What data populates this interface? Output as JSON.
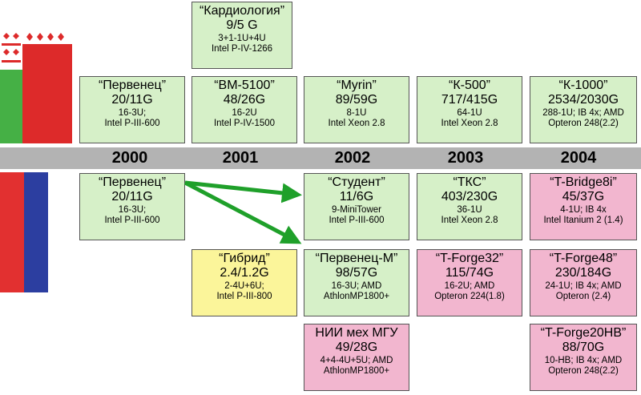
{
  "years": [
    "2000",
    "2001",
    "2002",
    "2003",
    "2004"
  ],
  "colors": {
    "green": "#d6f0c8",
    "pink": "#f2b6cf",
    "yellow": "#fbf59a",
    "timeline": "#b3b3b3",
    "arrow": "#1fa02a"
  },
  "belarus": {
    "kardiologiya": {
      "name": "“Кардиология”",
      "perf": "9/5 G",
      "config": "3+1-1U+4U",
      "cpu": "Intel P-IV-1266"
    },
    "pervenets": {
      "name": "“Первенец”",
      "perf": "20/11G",
      "config": "16-3U;",
      "cpu": "Intel P-III-600"
    },
    "vm5100": {
      "name": "“ВМ-5100”",
      "perf": "48/26G",
      "config": "16-2U",
      "cpu": "Intel P-IV-1500"
    },
    "myrin": {
      "name": "“Myrin”",
      "perf": "89/59G",
      "config": "8-1U",
      "cpu": "Intel Xeon 2.8"
    },
    "k500": {
      "name": "“К-500”",
      "perf": "717/415G",
      "config": "64-1U",
      "cpu": "Intel Xeon 2.8"
    },
    "k1000": {
      "name": "“К-1000”",
      "perf": "2534/2030G",
      "config": "288-1U; IB 4x; AMD",
      "cpu": "Opteron 248(2.2)"
    }
  },
  "russia": {
    "pervenets": {
      "name": "“Первенец”",
      "perf": "20/11G",
      "config": "16-3U;",
      "cpu": "Intel P-III-600"
    },
    "student": {
      "name": "“Студент”",
      "perf": "11/6G",
      "config": "9-MiniTower",
      "cpu": "Intel P-III-600"
    },
    "tks": {
      "name": "“ТКС”",
      "perf": "403/230G",
      "config": "36-1U",
      "cpu": "Intel Xeon 2.8"
    },
    "tbridge8i": {
      "name": "“T-Bridge8i”",
      "perf": "45/37G",
      "config": "4-1U; IB 4x",
      "cpu": "Intel Itanium 2 (1.4)"
    },
    "gibrid": {
      "name": "“Гибрид”",
      "perf": "2.4/1.2G",
      "config": "2-4U+6U;",
      "cpu": "Intel P-III-800"
    },
    "pervenetsm": {
      "name": "“Первенец-М”",
      "perf": "98/57G",
      "config": "16-3U; AMD",
      "cpu": "AthlonMP1800+"
    },
    "tforge32": {
      "name": "“T-Forge32”",
      "perf": "115/74G",
      "config": "16-2U; AMD",
      "cpu": "Opteron 224(1.8)"
    },
    "tforge48": {
      "name": "“T-Forge48”",
      "perf": "230/184G",
      "config": "24-1U; IB 4x; AMD",
      "cpu": "Opteron (2.4)"
    },
    "nii": {
      "name": "НИИ мех МГУ",
      "perf": "49/28G",
      "config": "4+4-4U+5U; AMD",
      "cpu": "AthlonMP1800+"
    },
    "tforge20hb": {
      "name": "“T-Forge20HB”",
      "perf": "88/70G",
      "config": "10-HB; IB 4x; AMD",
      "cpu": "Opteron 248(2.2)"
    }
  }
}
